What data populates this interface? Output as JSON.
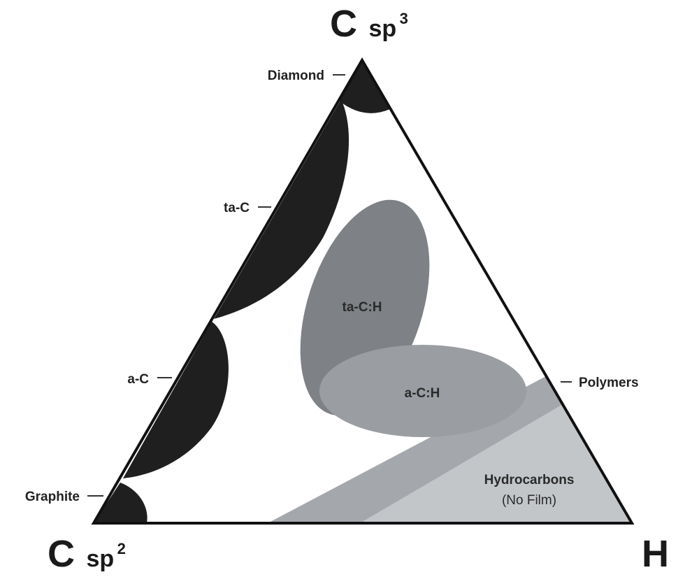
{
  "vertices": {
    "top": {
      "main": "C",
      "sub": "sp",
      "sup": "3"
    },
    "left": {
      "main": "C",
      "sub": "sp",
      "sup": "2"
    },
    "right": {
      "main": "H"
    }
  },
  "regions": {
    "diamond": {
      "label": "Diamond"
    },
    "ta_c": {
      "label": "ta-C"
    },
    "a_c": {
      "label": "a-C"
    },
    "graphite": {
      "label": "Graphite"
    },
    "ta_c_h": {
      "label": "ta-C:H"
    },
    "a_c_h": {
      "label": "a-C:H"
    },
    "polymers": {
      "label": "Polymers"
    },
    "hydrocarbons": {
      "label": "Hydrocarbons",
      "note": "(No Film)"
    }
  },
  "colors": {
    "outline": "#111111",
    "carbon_phases": "#1f1f1f",
    "ta_c_h_fill": "#7e8185",
    "a_c_h_fill": "#9a9da1",
    "polymers_fill": "#a4a7ab",
    "hydrocarbons_fill": "#c3c6c9"
  }
}
